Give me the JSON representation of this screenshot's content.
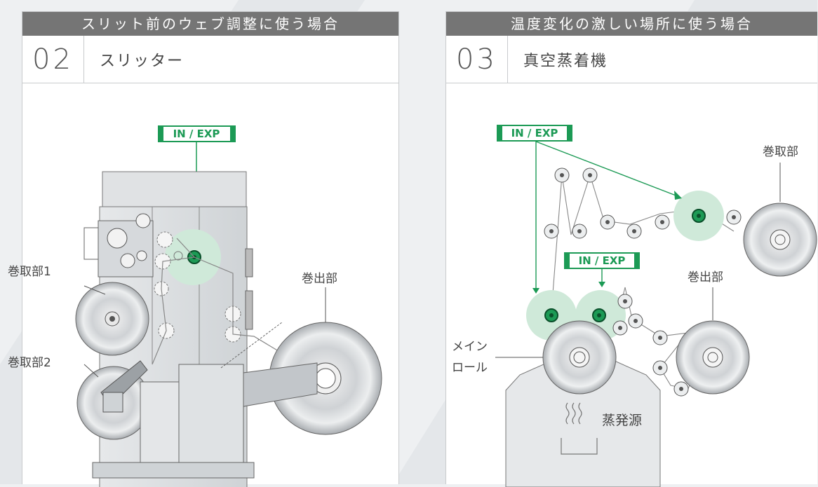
{
  "left": {
    "header": "スリット前のウェブ調整に使う場合",
    "number": "02",
    "title": "スリッター",
    "tag": "IN / EXP",
    "labels": {
      "rewind1": "巻取部1",
      "rewind2": "巻取部2",
      "unwind": "巻出部"
    }
  },
  "right": {
    "header": "温度変化の激しい場所に使う場合",
    "number": "03",
    "title": "真空蒸着機",
    "tag_top": "IN / EXP",
    "tag_mid": "IN / EXP",
    "labels": {
      "rewind": "巻取部",
      "unwind": "巻出部",
      "main_roll_line1": "メイン",
      "main_roll_line2": "ロール",
      "evaporation": "蒸発源"
    }
  },
  "colors": {
    "accent_green": "#1c9a55",
    "highlight_green": "#cfe9d9",
    "header_gray": "#757575"
  }
}
